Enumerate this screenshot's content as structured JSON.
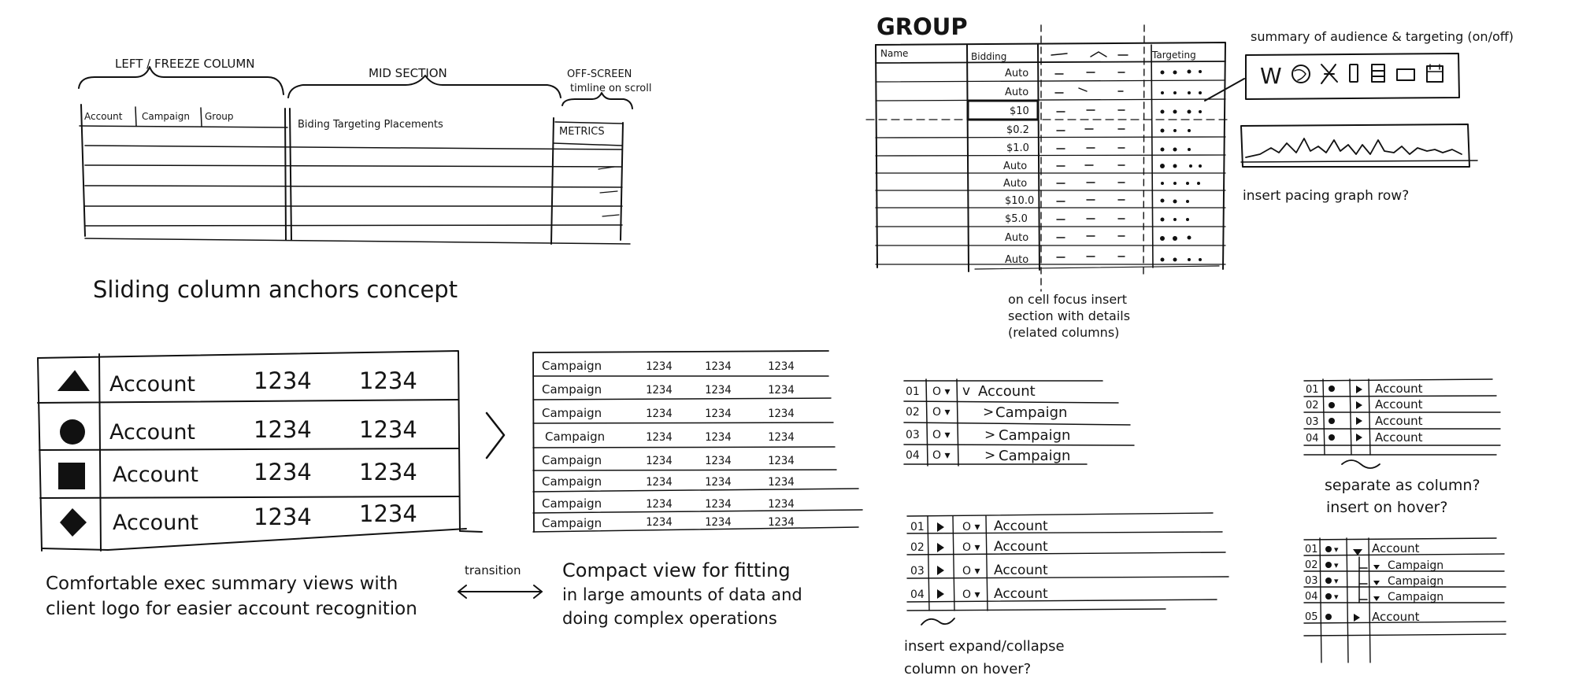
{
  "sketch_1": {
    "labels": {
      "left": "LEFT / FREEZE COLUMN",
      "mid": "MID SECTION",
      "off1": "OFF-SCREEN",
      "off2": "timline on scroll"
    },
    "headers": [
      "Account",
      "Campaign",
      "Group"
    ],
    "mid_header": "Biding Targeting Placements",
    "metrics_header": "METRICS",
    "caption": "Sliding column anchors concept"
  },
  "sketch_2": {
    "rows": [
      {
        "logo": "triangle-logo-icon",
        "label": "Account",
        "v1": "1234",
        "v2": "1234"
      },
      {
        "logo": "circle-logo-icon",
        "label": "Account",
        "v1": "1234",
        "v2": "1234"
      },
      {
        "logo": "square-logo-icon",
        "label": "Account",
        "v1": "1234",
        "v2": "1234"
      },
      {
        "logo": "diamond-logo-icon",
        "label": "Account",
        "v1": "1234",
        "v2": "1234"
      }
    ],
    "caption1": "Comfortable exec summary views with",
    "caption2": "client logo for easier account recognition"
  },
  "transition": {
    "label": "transition"
  },
  "sketch_3": {
    "rows": [
      {
        "label": "Campaign",
        "v1": "1234",
        "v2": "1234",
        "v3": "1234"
      },
      {
        "label": "Campaign",
        "v1": "1234",
        "v2": "1234",
        "v3": "1234"
      },
      {
        "label": "Campaign",
        "v1": "1234",
        "v2": "1234",
        "v3": "1234"
      },
      {
        "label": "Campaign",
        "v1": "1234",
        "v2": "1234",
        "v3": "1234"
      },
      {
        "label": "Campaign",
        "v1": "1234",
        "v2": "1234",
        "v3": "1234"
      },
      {
        "label": "Campaign",
        "v1": "1234",
        "v2": "1234",
        "v3": "1234"
      },
      {
        "label": "Campaign",
        "v1": "1234",
        "v2": "1234",
        "v3": "1234"
      },
      {
        "label": "Campaign",
        "v1": "1234",
        "v2": "1234",
        "v3": "1234"
      }
    ],
    "caption1": "Compact view for fitting",
    "caption2": "in large amounts of data and",
    "caption3": "doing complex operations"
  },
  "sketch_4": {
    "title": "GROUP",
    "col_name": "Name",
    "col_bidding": "Bidding",
    "col_targeting": "Targeting",
    "bids": [
      "Auto",
      "Auto",
      "$10",
      "$0.2",
      "$1.0",
      "Auto",
      "Auto",
      "$10.0",
      "$5.0",
      "Auto",
      "Auto"
    ],
    "note_summary": "summary of audience & targeting (on/off)",
    "note_pacing": "insert pacing graph row?",
    "note_cell1": "on cell focus insert",
    "note_cell2": "section with details",
    "note_cell3": "(related columns)",
    "summary_icons": [
      "w-icon",
      "globe-icon",
      "crossed-icon",
      "phone-icon",
      "grid-icon",
      "tv-icon",
      "calendar-icon"
    ],
    "summary_icon_letter": "W"
  },
  "sketch_5": {
    "rows": [
      {
        "num": "01",
        "label": "Account",
        "arrow": "v"
      },
      {
        "num": "02",
        "label": "Campaign",
        "arrow": ">"
      },
      {
        "num": "03",
        "label": "Campaign",
        "arrow": ">"
      },
      {
        "num": "04",
        "label": "Campaign",
        "arrow": ">"
      }
    ]
  },
  "sketch_6": {
    "rows": [
      {
        "num": "01",
        "label": "Account"
      },
      {
        "num": "02",
        "label": "Account"
      },
      {
        "num": "03",
        "label": "Account"
      },
      {
        "num": "04",
        "label": "Account"
      }
    ],
    "note1": "separate as column?",
    "note2": "insert on hover?"
  },
  "sketch_7": {
    "rows": [
      {
        "num": "01",
        "label": "Account"
      },
      {
        "num": "02",
        "label": "Account"
      },
      {
        "num": "03",
        "label": "Account"
      },
      {
        "num": "04",
        "label": "Account"
      }
    ],
    "note1": "insert expand/collapse",
    "note2": "column on hover?"
  },
  "sketch_8": {
    "rows": [
      {
        "num": "01",
        "label": "Account"
      },
      {
        "num": "02",
        "label": "Campaign"
      },
      {
        "num": "03",
        "label": "Campaign"
      },
      {
        "num": "04",
        "label": "Campaign"
      },
      {
        "num": "05",
        "label": "Account"
      }
    ]
  }
}
